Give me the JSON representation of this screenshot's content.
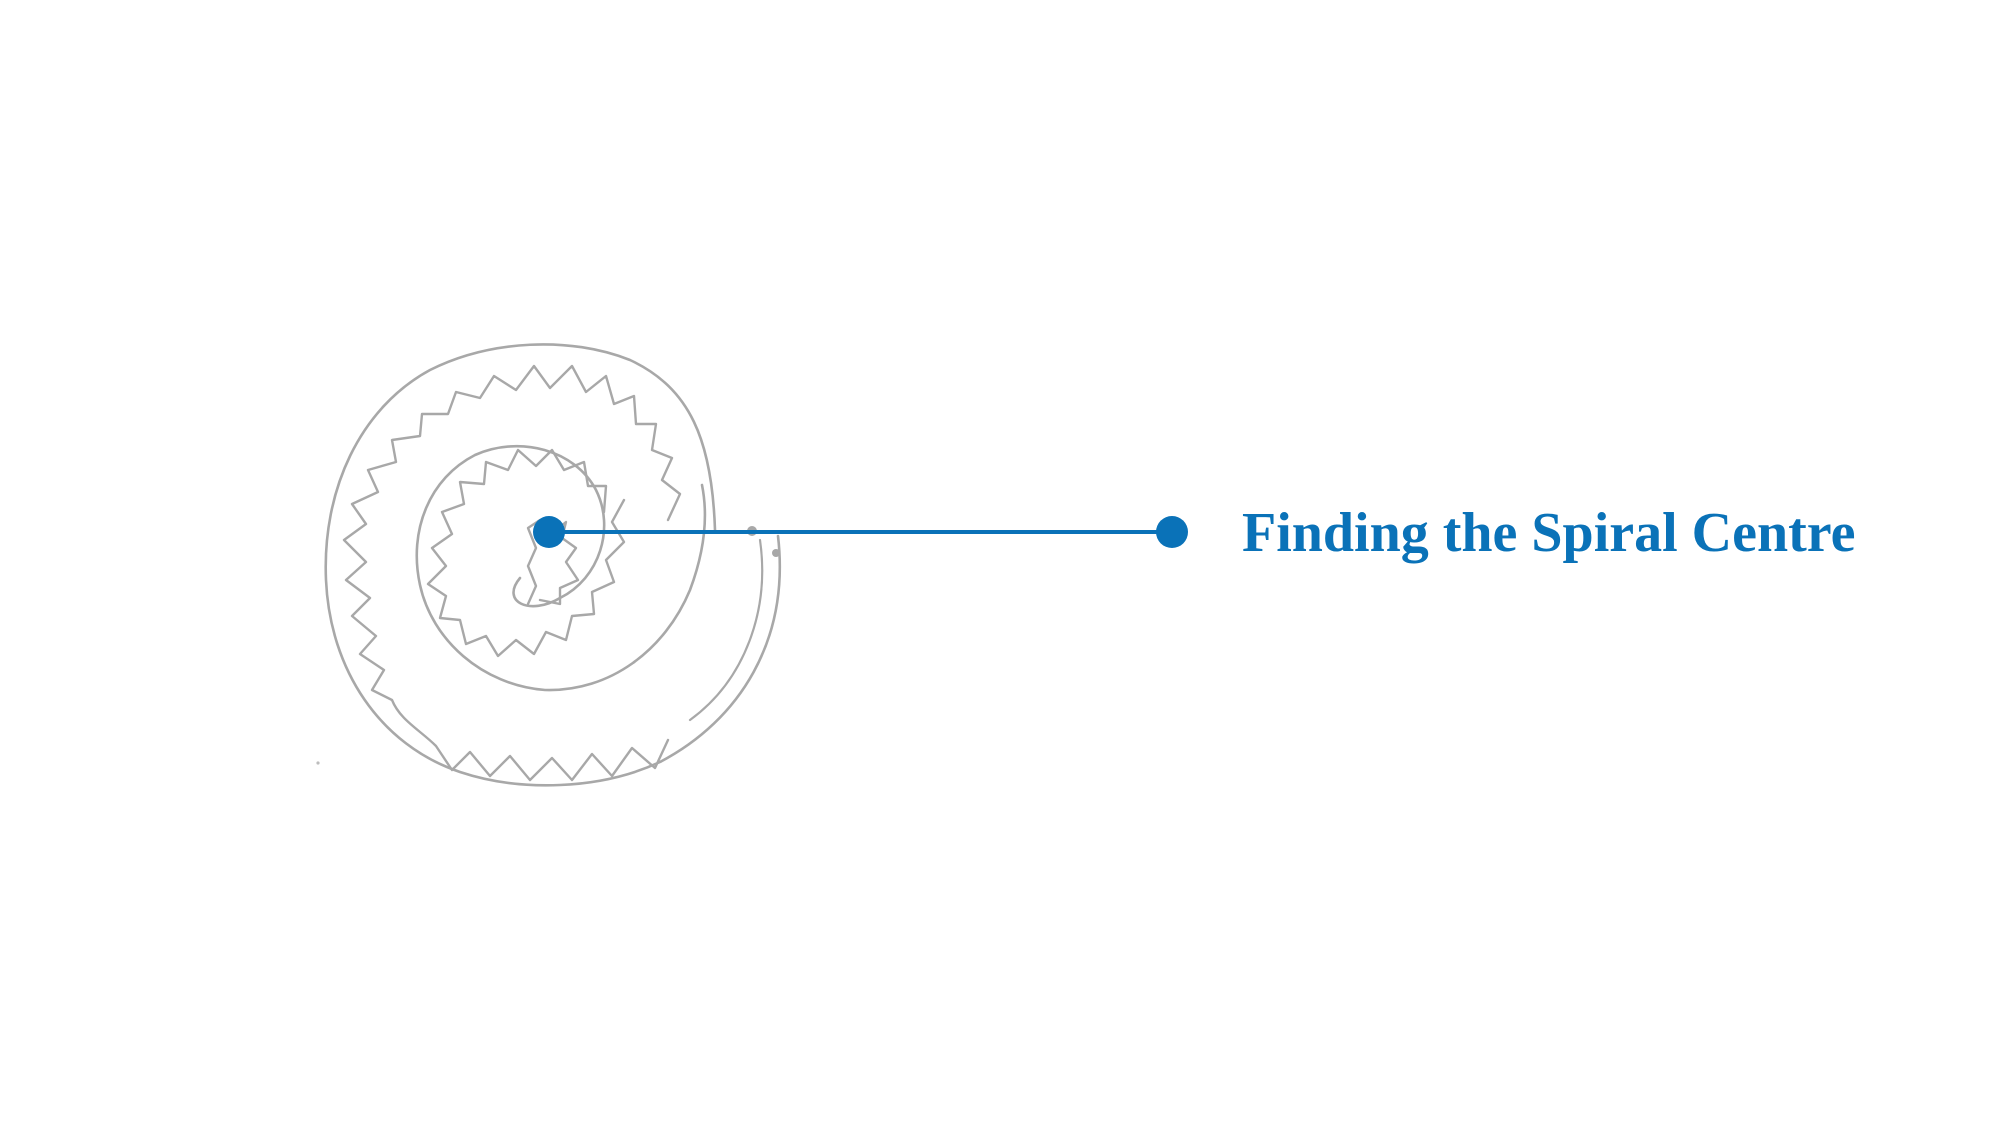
{
  "callout": {
    "label": "Finding the Spiral Centre"
  },
  "icons": {
    "sketch": "hand-drawn-spiral",
    "endpoint": "filled-circle-marker"
  },
  "colors": {
    "accent": "#0a72b8",
    "sketch": "#a8a8a8",
    "background": "#ffffff"
  }
}
